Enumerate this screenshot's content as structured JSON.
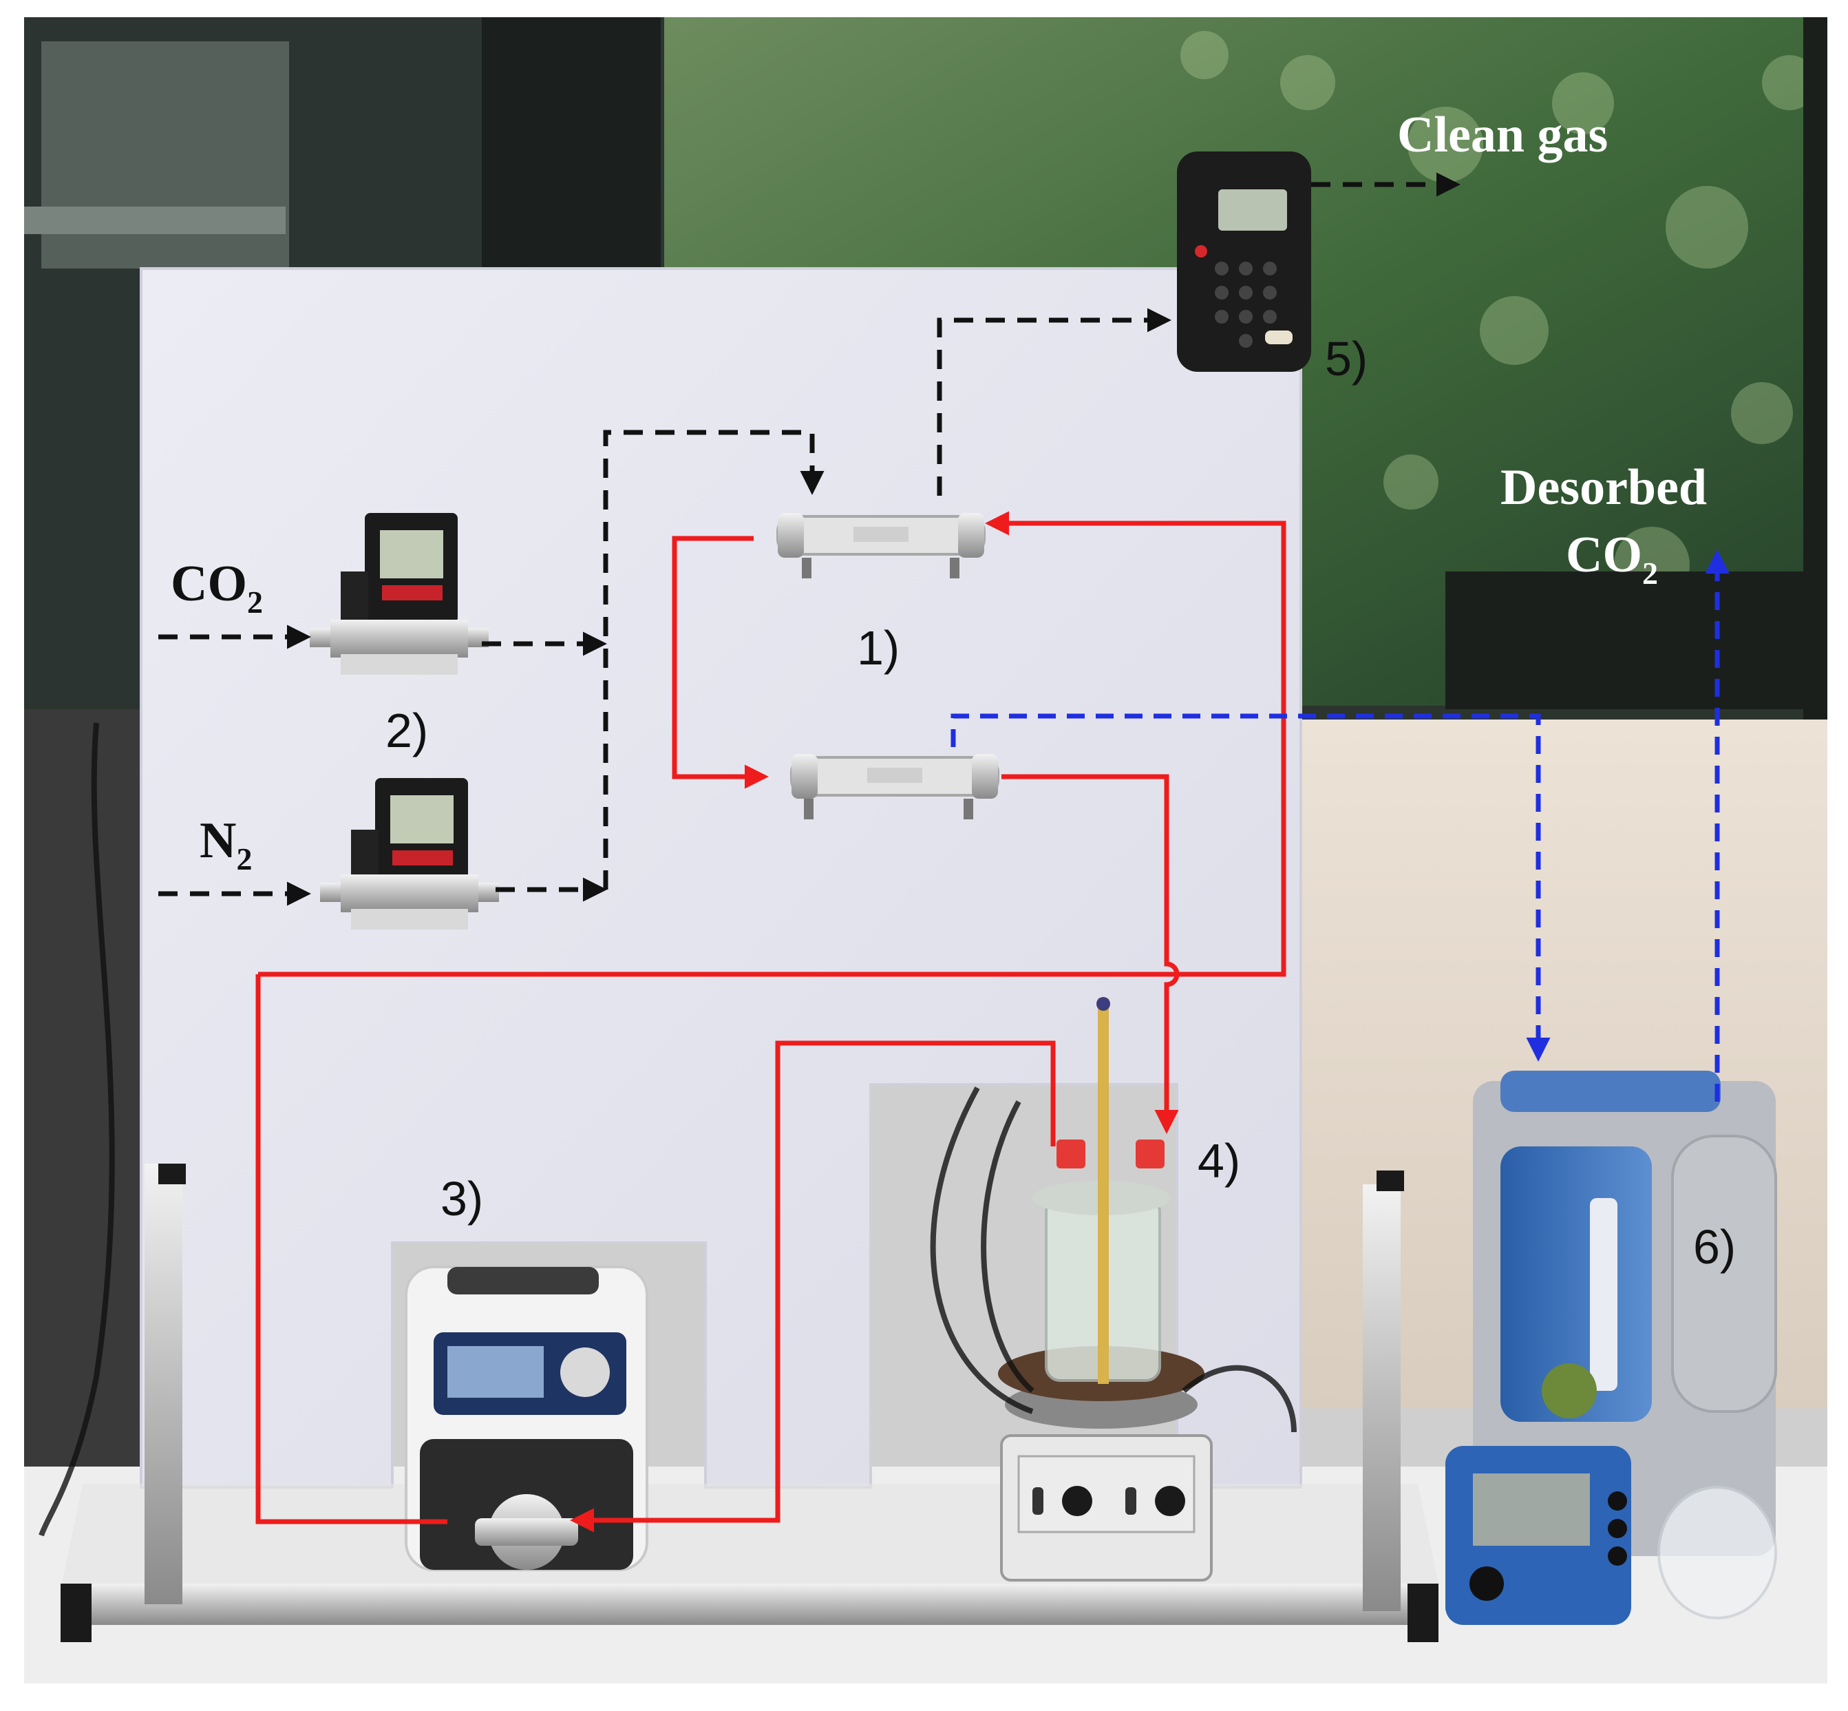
{
  "labels": {
    "clean_gas": "Clean gas",
    "desorbed": "Desorbed",
    "co2_main": "CO",
    "co2_sub": "2",
    "desorbed_co2_main": "CO",
    "desorbed_co2_sub": "2",
    "n2_main": "N",
    "n2_sub": "2",
    "item_1": "1)",
    "item_2": "2)",
    "item_3": "3)",
    "item_4": "4)",
    "item_5": "5)",
    "item_6": "6)"
  },
  "colors": {
    "gas_line": "#111111",
    "liquid_line": "#ee1c1c",
    "desorbed_line": "#1f2fe0",
    "panel": "#e6e6ef",
    "background_window": "#3b4a3e"
  },
  "icons": {
    "gas_analyzer": "handheld-gas-analyzer-icon",
    "mass_flow_controller": "mass-flow-controller-icon",
    "membrane_contactor": "membrane-contactor-icon",
    "peristaltic_pump": "peristaltic-pump-icon",
    "stirred_reactor": "stirred-reactor-icon",
    "vacuum_pump": "vacuum-pump-icon"
  }
}
